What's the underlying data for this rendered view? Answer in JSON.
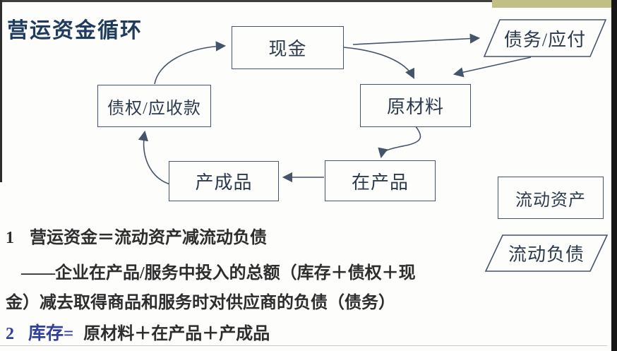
{
  "title": "营运资金循环",
  "colors": {
    "title_text": "#1f3b5e",
    "box_border": "#44546a",
    "box_text": "#2c3a4e",
    "arrow": "#44546a",
    "body_text": "#2d2d2d",
    "highlight_blue": "#31409b",
    "top_bar_tan": "#c2bf85",
    "screen_edge_dark": "#161616"
  },
  "diagram": {
    "nodes": [
      {
        "id": "cash",
        "label": "现金",
        "shape": "rect"
      },
      {
        "id": "payables",
        "label": "债务/应付",
        "shape": "parallelogram"
      },
      {
        "id": "raw-materials",
        "label": "原材料",
        "shape": "rect"
      },
      {
        "id": "receivables",
        "label": "债权/应收款",
        "shape": "rect"
      },
      {
        "id": "finished-goods",
        "label": "产成品",
        "shape": "rect"
      },
      {
        "id": "work-in-progress",
        "label": "在产品",
        "shape": "rect"
      },
      {
        "id": "current-assets",
        "label": "流动资产",
        "shape": "rect"
      },
      {
        "id": "current-liabilities",
        "label": "流动负债",
        "shape": "parallelogram"
      }
    ],
    "edges": [
      {
        "from": "债权/应收款",
        "to": "现金"
      },
      {
        "from": "现金",
        "to": "债务/应付"
      },
      {
        "from": "现金",
        "to": "原材料"
      },
      {
        "from": "债务/应付",
        "to": "原材料"
      },
      {
        "from": "原材料",
        "to": "在产品"
      },
      {
        "from": "在产品",
        "to": "产成品"
      },
      {
        "from": "产成品",
        "to": "债权/应收款"
      }
    ]
  },
  "notes": {
    "item1_no": "1",
    "item1_text": "营运资金＝流动资产减流动负债",
    "item1_sub_line1": "——企业在产品/服务中投入的总额（库存＋债权＋现",
    "item1_sub_line2": "金）减去取得商品和服务时对供应商的负债（债务）",
    "item2_no": "2",
    "item2_term": "库存=",
    "item2_rest": "原材料＋在产品＋产成品"
  }
}
